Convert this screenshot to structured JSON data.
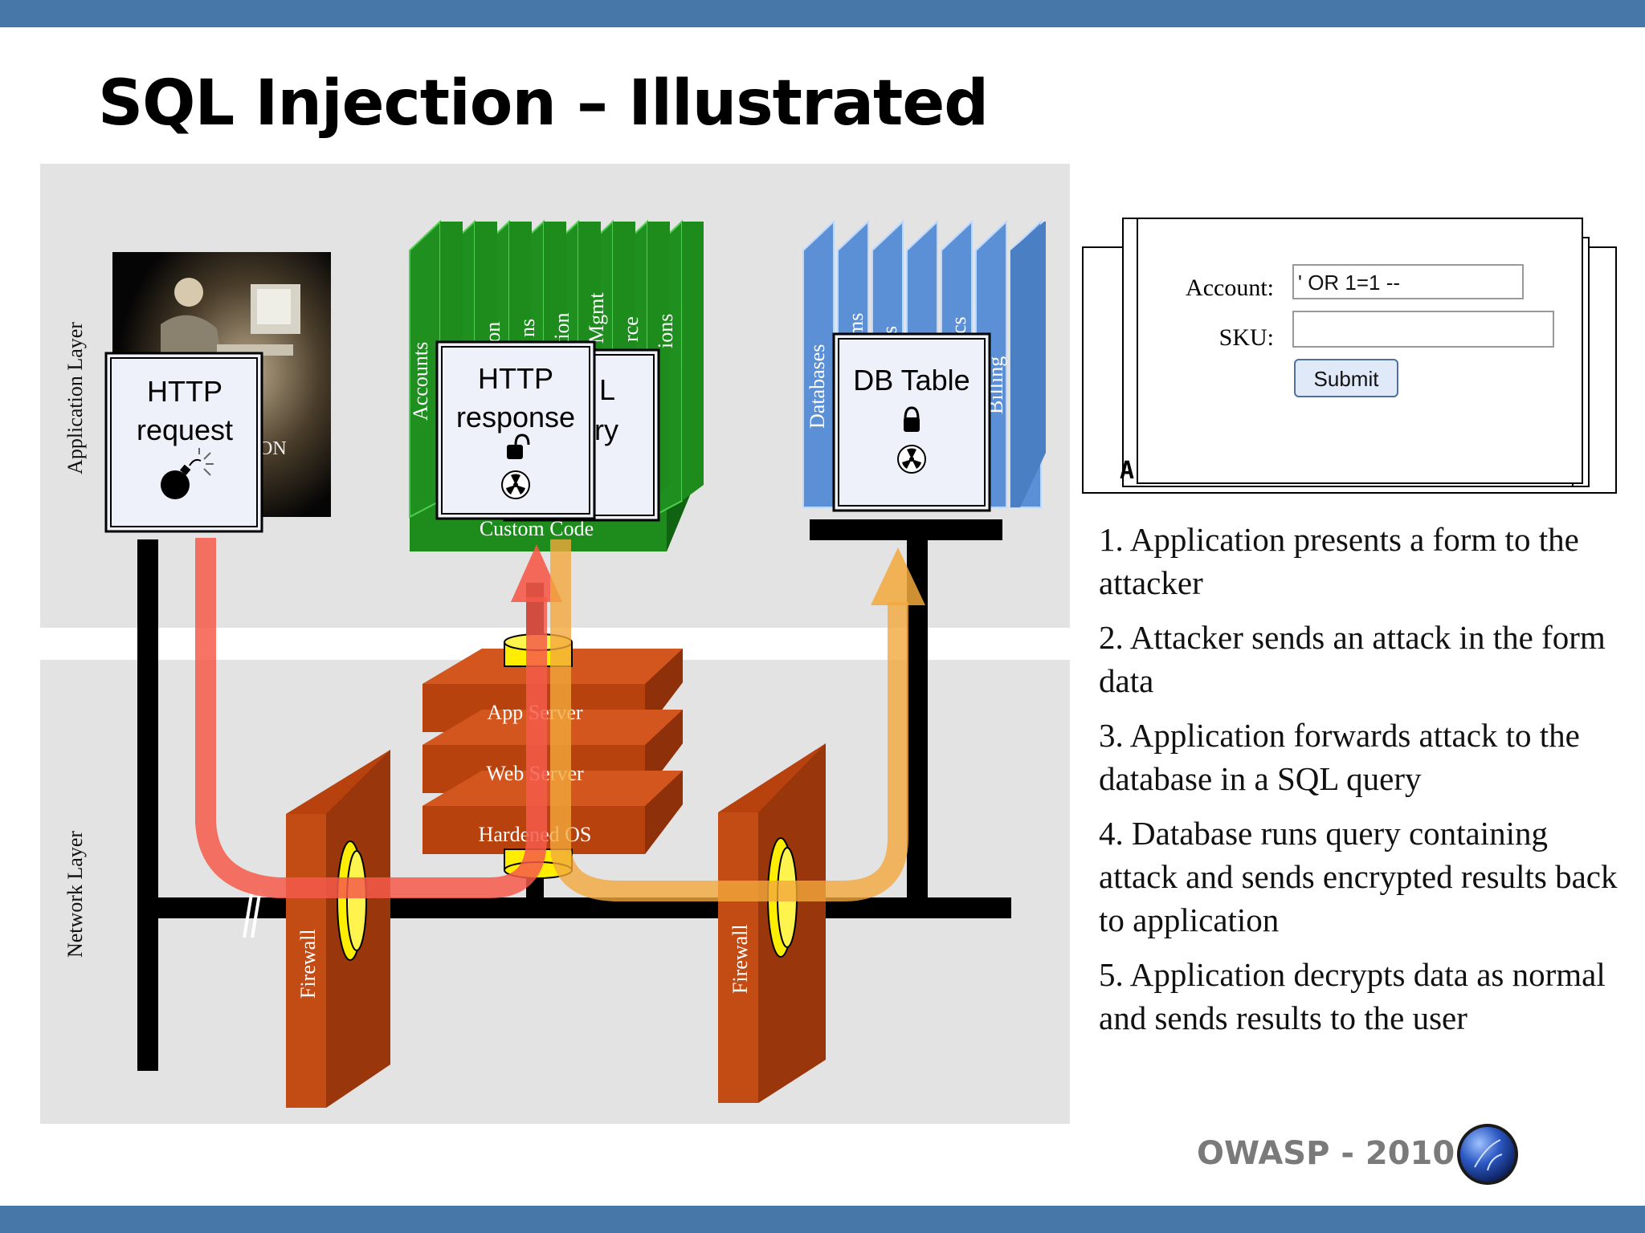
{
  "slide": {
    "title": "SQL Injection – Illustrated",
    "footer": "OWASP - 2010",
    "colors": {
      "band": "#4677a8",
      "panel": "#e3e3e3",
      "green": "#1f8a1f",
      "blue": "#5b8fd6",
      "rust": "#b8420e",
      "red_arrow": "#f55a4a",
      "orange_arrow": "#f3a83c",
      "ring": "#ffee00"
    }
  },
  "diagram": {
    "layers": {
      "application": "Application Layer",
      "network": "Network Layer"
    },
    "cards": {
      "request_line1": "HTTP",
      "request_line2": "request",
      "response_line1": "HTTP",
      "response_line2": "response",
      "db_table": "DB Table",
      "query_fragment_1": "L",
      "query_fragment_2": "ry",
      "photo_fragment": "ON"
    },
    "green_modules": [
      "Accounts",
      "ion",
      "ns",
      "tion",
      "Mgmt",
      "rce",
      "ions"
    ],
    "green_base": "Custom Code",
    "blue_modules": [
      "Databases",
      "ms",
      "s",
      "cs",
      "Billing"
    ],
    "server_stack": [
      "App Server",
      "Web Server",
      "Hardened OS"
    ],
    "firewalls": [
      "Firewall",
      "Firewall"
    ],
    "icons": [
      "bomb-icon",
      "open-padlock-icon",
      "closed-padlock-icon",
      "radiation-icon"
    ]
  },
  "form": {
    "account_label": "Account:",
    "account_value": "' OR 1=1 --",
    "sku_label": "SKU:",
    "sku_value": "",
    "submit_label": "Submit",
    "behind_fragment": "A"
  },
  "steps": [
    "1. Application presents a form to the attacker",
    "2. Attacker sends an attack in the form data",
    "3. Application forwards attack to the database in a SQL query",
    "4. Database runs query containing attack and sends encrypted results back to application",
    "5. Application decrypts data as normal and sends results to the user"
  ]
}
